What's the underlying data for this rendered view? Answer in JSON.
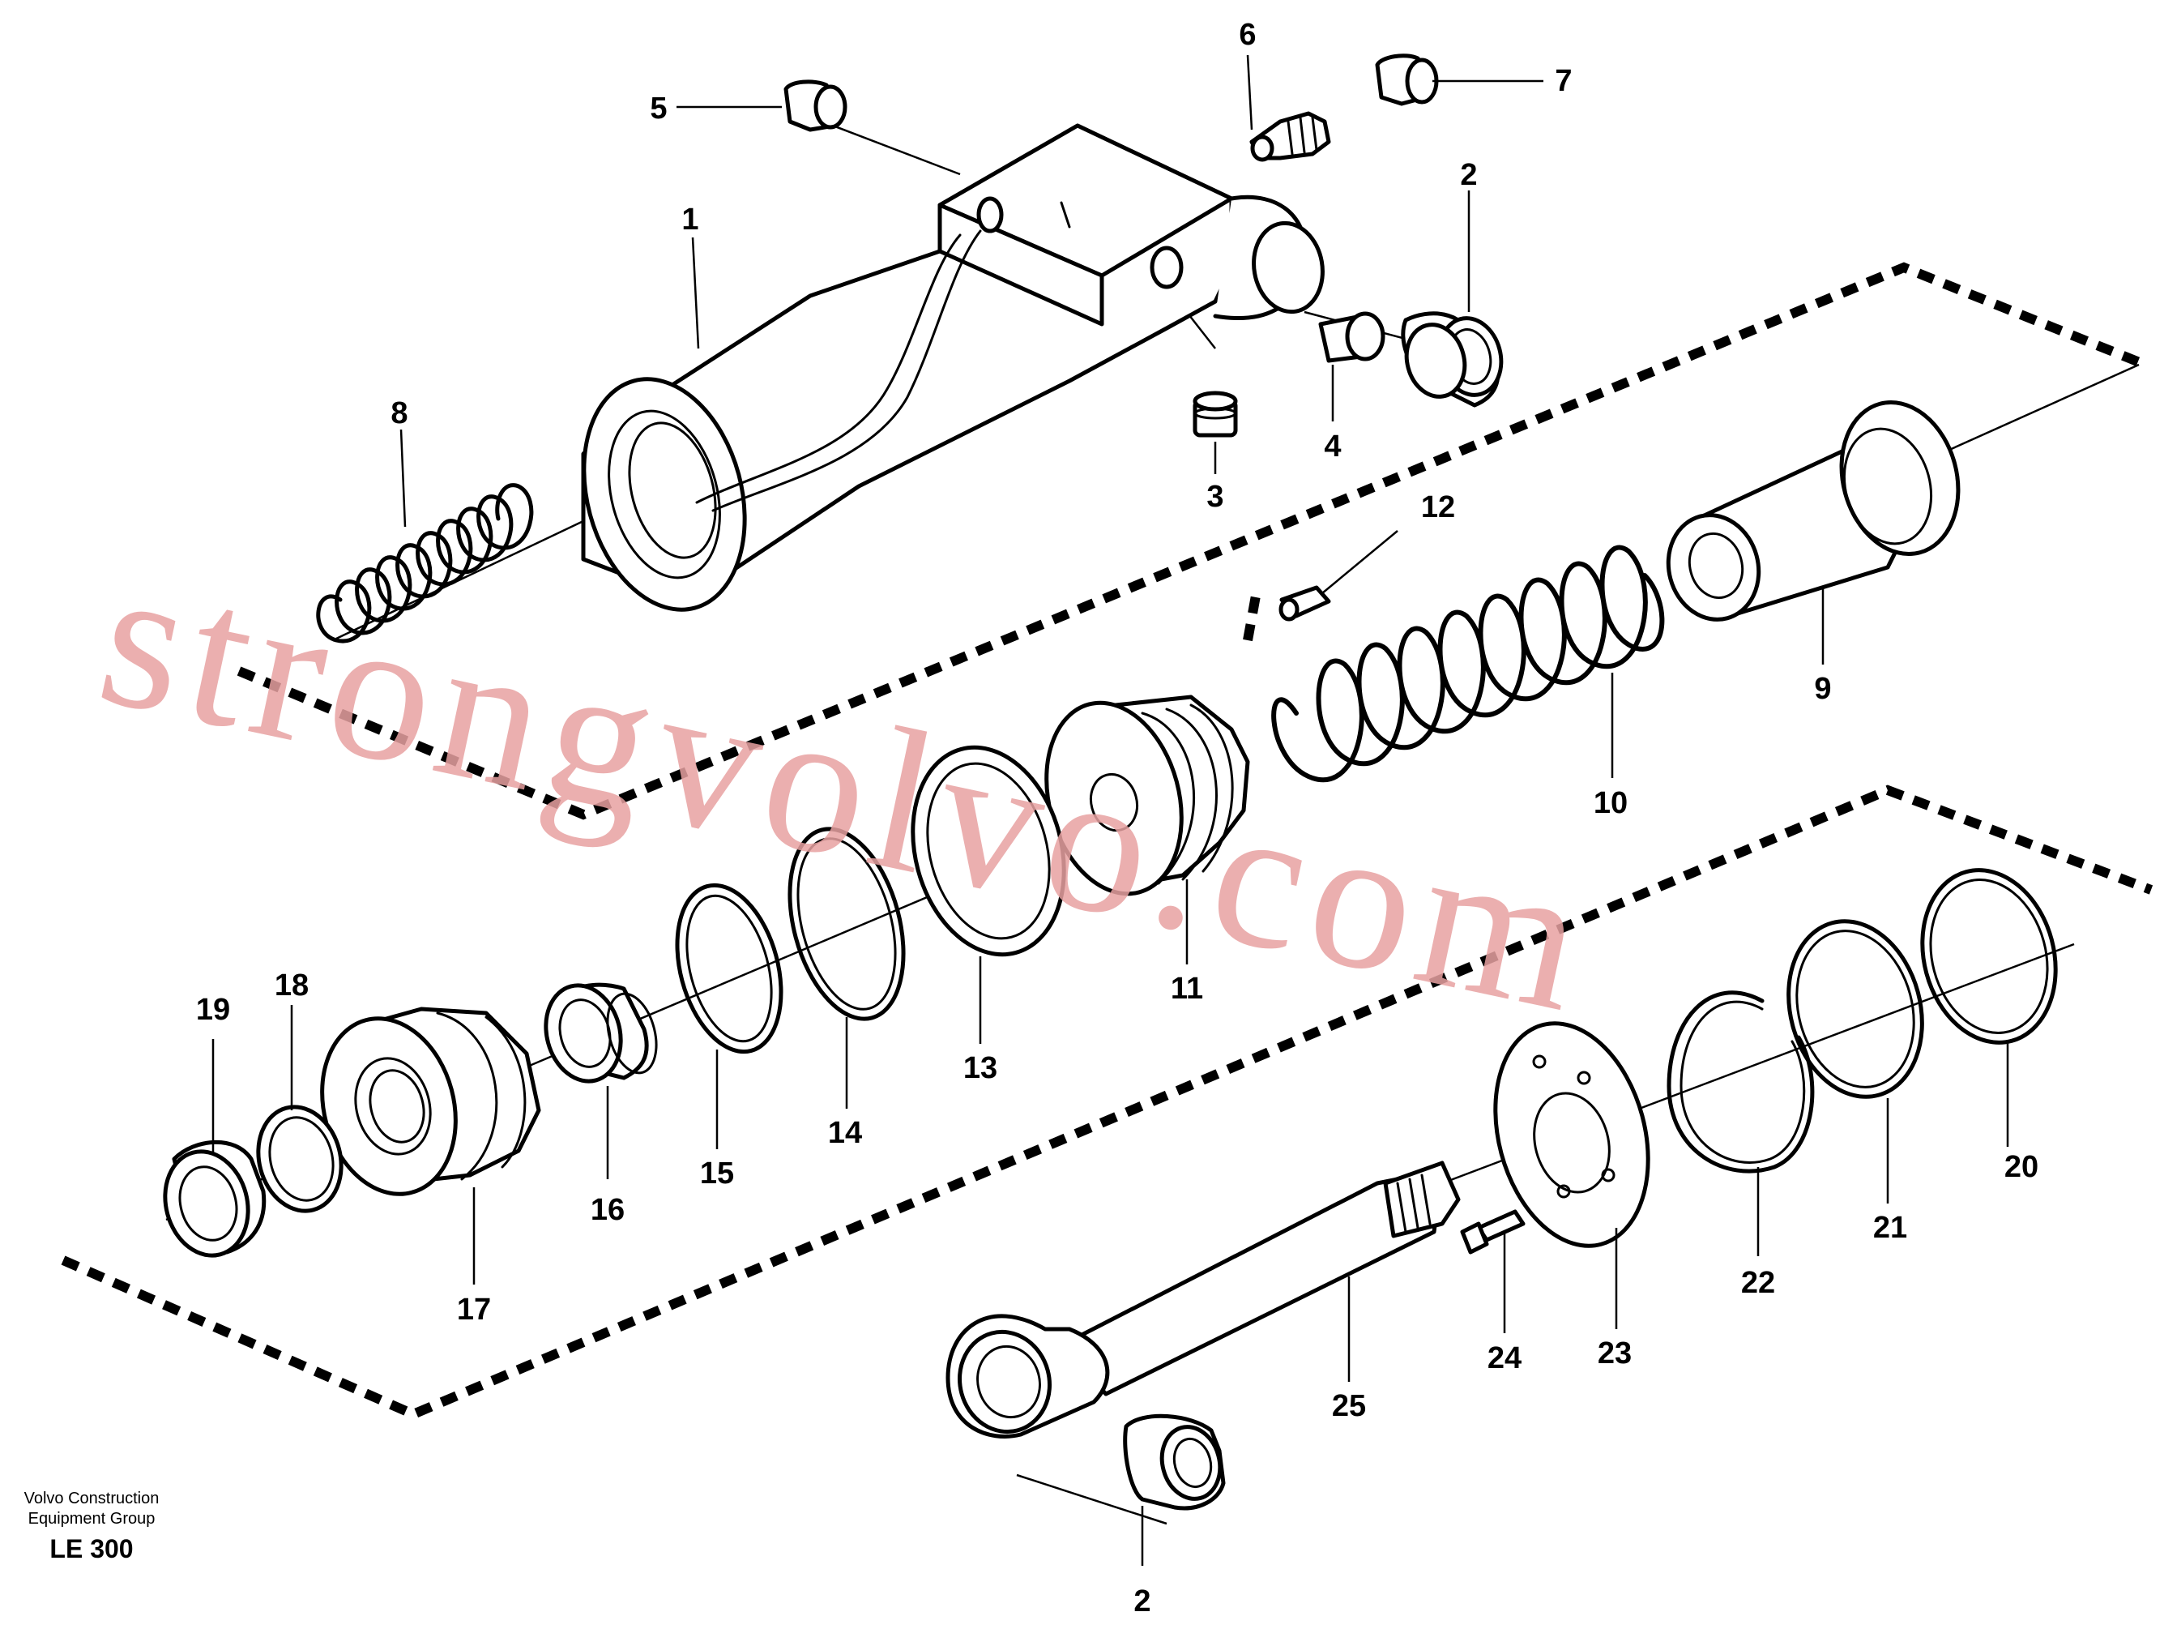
{
  "callouts": {
    "c1": "1",
    "c2a": "2",
    "c2b": "2",
    "c3": "3",
    "c4": "4",
    "c5": "5",
    "c6": "6",
    "c7": "7",
    "c8": "8",
    "c9": "9",
    "c10": "10",
    "c11": "11",
    "c12": "12",
    "c13": "13",
    "c14": "14",
    "c15": "15",
    "c16": "16",
    "c17": "17",
    "c18": "18",
    "c19": "19",
    "c20": "20",
    "c21": "21",
    "c22": "22",
    "c23": "23",
    "c24": "24",
    "c25": "25"
  },
  "footer": {
    "line1": "Volvo Construction",
    "line2": "Equipment Group",
    "code": "LE 300"
  },
  "watermark": "strongvolvo.com"
}
